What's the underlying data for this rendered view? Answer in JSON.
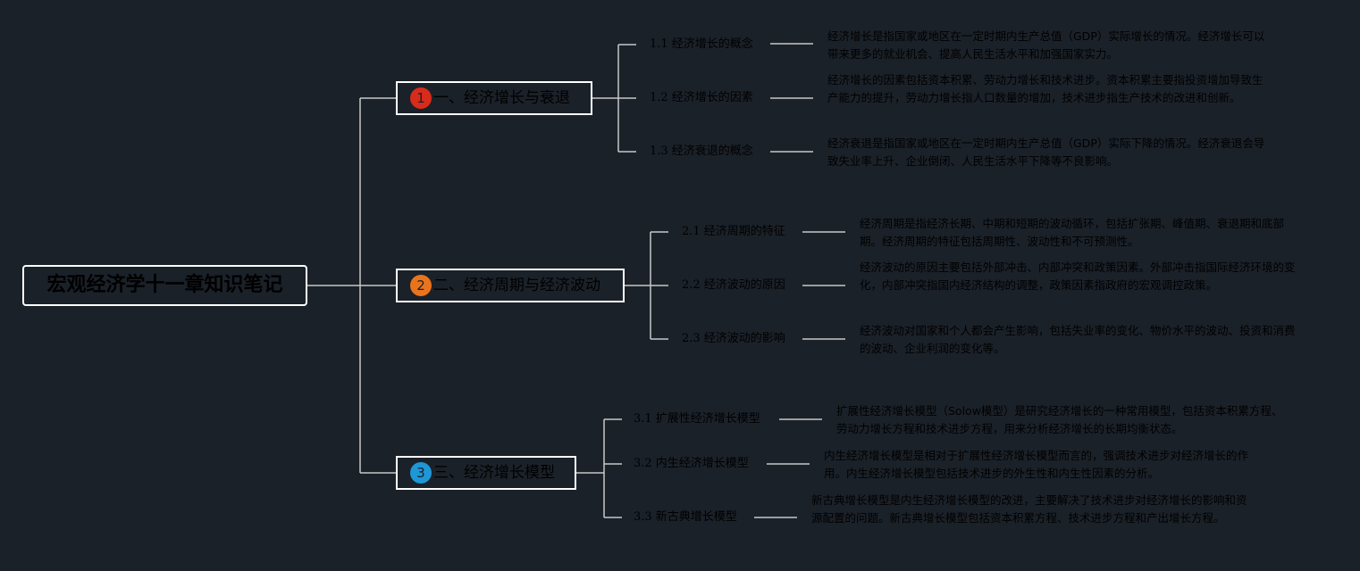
{
  "root": {
    "title": "宏观经济学十一章知识笔记"
  },
  "colors": {
    "background": "#1b2129",
    "line": "#c8c8c8",
    "badge_1": "#d92b1b",
    "badge_2": "#e9741d",
    "badge_3": "#1f97d6"
  },
  "branches": [
    {
      "badge": "1",
      "title": "一、经济增长与衰退",
      "children": [
        {
          "label": "1.1 经济增长的概念",
          "desc": "经济增长是指国家或地区在一定时期内生产总值（GDP）实际增长的情况。经济增长可以带来更多的就业机会、提高人民生活水平和加强国家实力。"
        },
        {
          "label": "1.2 经济增长的因素",
          "desc": "经济增长的因素包括资本积累、劳动力增长和技术进步。资本积累主要指投资增加导致生产能力的提升，劳动力增长指人口数量的增加，技术进步指生产技术的改进和创新。"
        },
        {
          "label": "1.3 经济衰退的概念",
          "desc": "经济衰退是指国家或地区在一定时期内生产总值（GDP）实际下降的情况。经济衰退会导致失业率上升、企业倒闭、人民生活水平下降等不良影响。"
        }
      ]
    },
    {
      "badge": "2",
      "title": "二、经济周期与经济波动",
      "children": [
        {
          "label": "2.1 经济周期的特征",
          "desc": "经济周期是指经济长期、中期和短期的波动循环，包括扩张期、峰值期、衰退期和底部期。经济周期的特征包括周期性、波动性和不可预测性。"
        },
        {
          "label": "2.2 经济波动的原因",
          "desc": "经济波动的原因主要包括外部冲击、内部冲突和政策因素。外部冲击指国际经济环境的变化，内部冲突指国内经济结构的调整，政策因素指政府的宏观调控政策。"
        },
        {
          "label": "2.3 经济波动的影响",
          "desc": "经济波动对国家和个人都会产生影响，包括失业率的变化、物价水平的波动、投资和消费的波动、企业利润的变化等。"
        }
      ]
    },
    {
      "badge": "3",
      "title": "三、经济增长模型",
      "children": [
        {
          "label": "3.1 扩展性经济增长模型",
          "desc": "扩展性经济增长模型（Solow模型）是研究经济增长的一种常用模型，包括资本积累方程、劳动力增长方程和技术进步方程，用来分析经济增长的长期均衡状态。"
        },
        {
          "label": "3.2 内生经济增长模型",
          "desc": "内生经济增长模型是相对于扩展性经济增长模型而言的，强调技术进步对经济增长的作用。内生经济增长模型包括技术进步的外生性和内生性因素的分析。"
        },
        {
          "label": "3.3 新古典增长模型",
          "desc": "新古典增长模型是内生经济增长模型的改进，主要解决了技术进步对经济增长的影响和资源配置的问题。新古典增长模型包括资本积累方程、技术进步方程和产出增长方程。"
        }
      ]
    }
  ]
}
